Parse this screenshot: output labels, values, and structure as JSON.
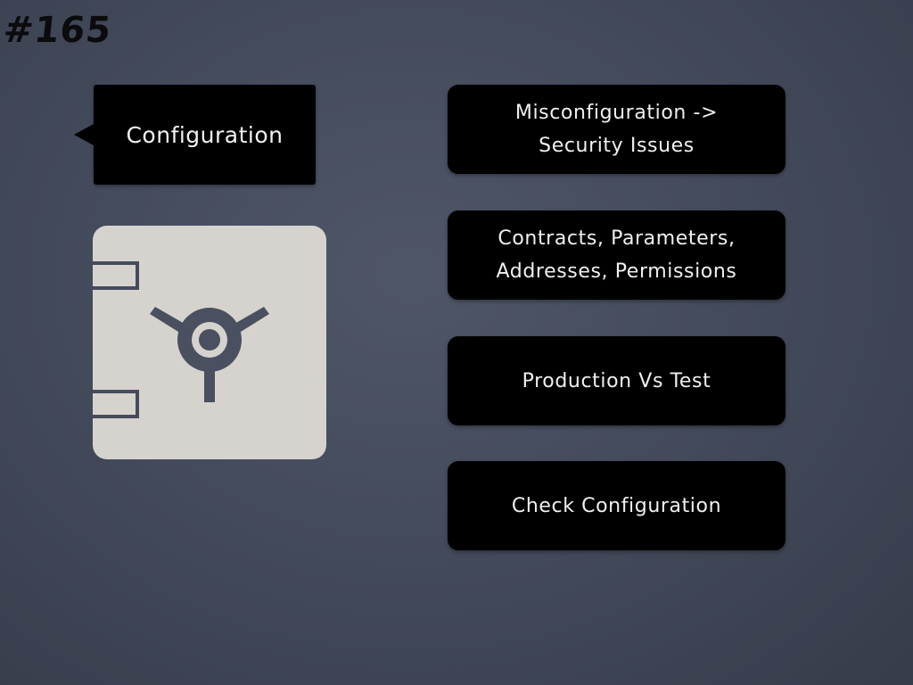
{
  "slide": {
    "number": "#165",
    "callout_label": "Configuration",
    "boxes": [
      {
        "text": "Misconfiguration ->\nSecurity Issues"
      },
      {
        "text": "Contracts, Parameters,\nAddresses, Permissions"
      },
      {
        "text": "Production Vs Test"
      },
      {
        "text": "Check Configuration"
      }
    ]
  },
  "icons": {
    "safe": "safe-vault-icon"
  },
  "colors": {
    "background": "#454c5d",
    "box_fill": "#000000",
    "box_text": "#f0f0f0",
    "safe_fill": "#d6d3ce",
    "safe_dial": "#4a5060"
  }
}
